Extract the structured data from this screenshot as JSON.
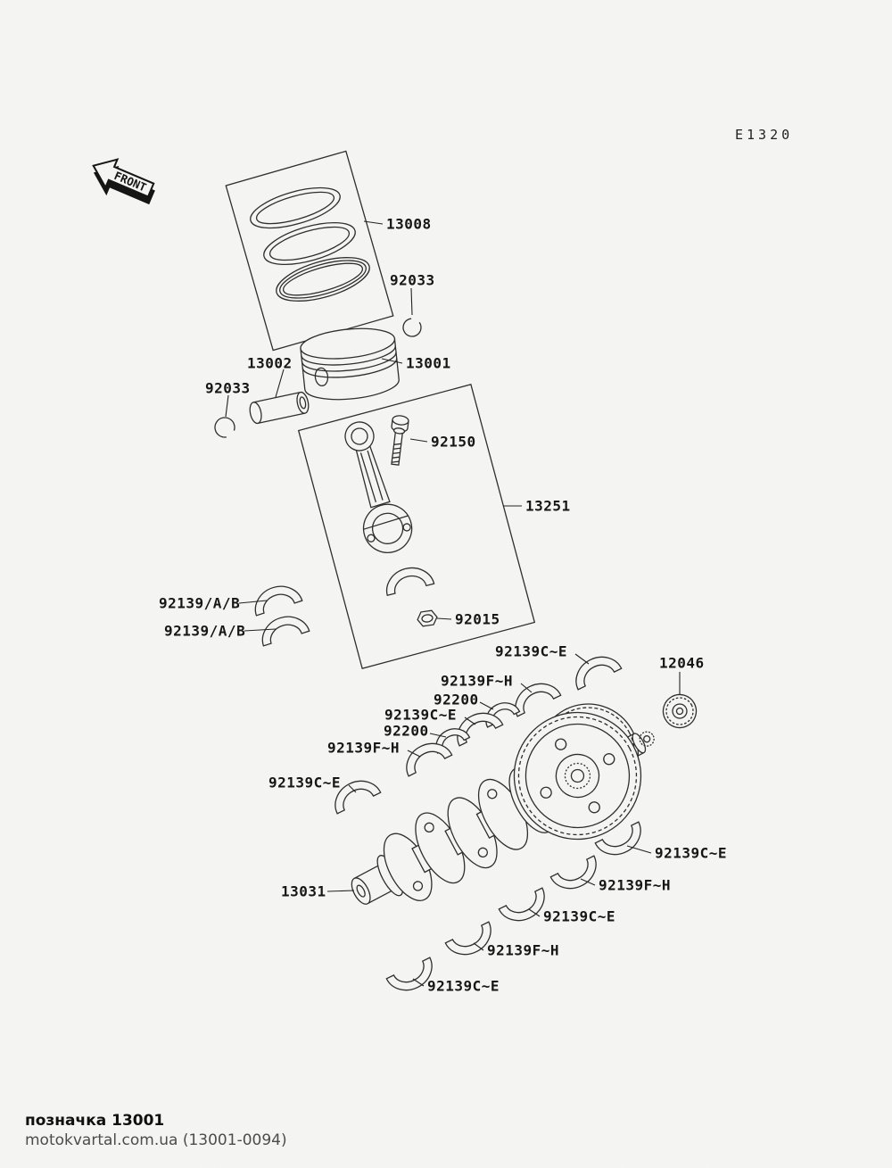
{
  "page": {
    "diagram_code": "E1320",
    "front_arrow_label": "FRONT",
    "background_color": "#f6f6f4",
    "line_color": "#2b2b2b",
    "footer": {
      "mark_label": "позначка 13001",
      "site_line": "motokvartal.com.ua (13001-0094)"
    }
  },
  "callouts": [
    {
      "part": "13008"
    },
    {
      "part": "92033"
    },
    {
      "part": "13002"
    },
    {
      "part": "92033"
    },
    {
      "part": "13001"
    },
    {
      "part": "92150"
    },
    {
      "part": "13251"
    },
    {
      "part": "92139/A/B"
    },
    {
      "part": "92139/A/B"
    },
    {
      "part": "92015"
    },
    {
      "part": "92139C~E"
    },
    {
      "part": "12046"
    },
    {
      "part": "92139F~H"
    },
    {
      "part": "92200"
    },
    {
      "part": "92139C~E"
    },
    {
      "part": "92200"
    },
    {
      "part": "92139F~H"
    },
    {
      "part": "92139C~E"
    },
    {
      "part": "13031"
    },
    {
      "part": "92139C~E"
    },
    {
      "part": "92139F~H"
    },
    {
      "part": "92139C~E"
    },
    {
      "part": "92139F~H"
    },
    {
      "part": "92139C~E"
    }
  ]
}
